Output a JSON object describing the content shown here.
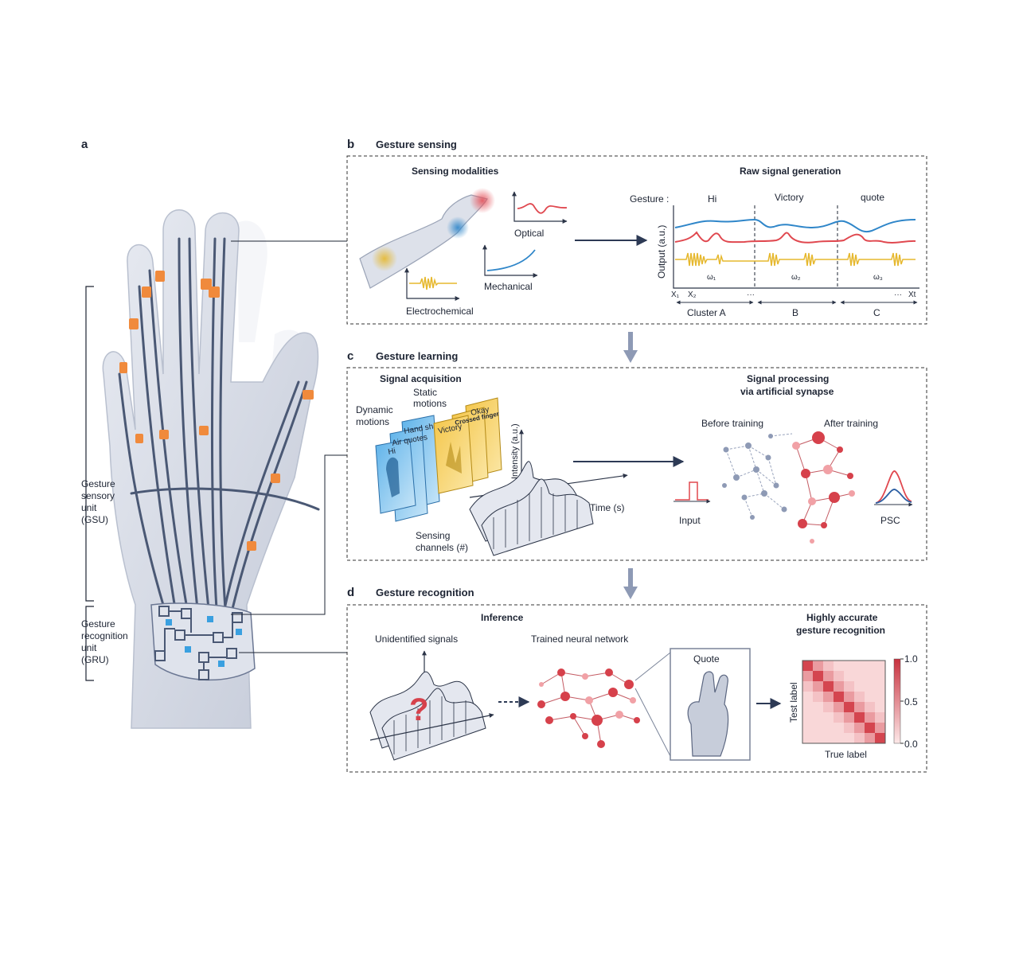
{
  "panel_a": {
    "label": "a",
    "gsu_label": [
      "Gesture",
      "sensory",
      "unit",
      "(GSU)"
    ],
    "gru_label": [
      "Gesture",
      "recognition",
      "unit",
      "(GRU)"
    ]
  },
  "panel_b": {
    "label": "b",
    "title": "Gesture sensing",
    "modalities_title": "Sensing modalities",
    "optical": "Optical",
    "mechanical": "Mechanical",
    "electrochemical": "Electrochemical",
    "raw_title": "Raw signal generation",
    "gesture_prefix": "Gesture :",
    "gestures": [
      "Hi",
      "Victory",
      "quote"
    ],
    "y_axis": "Output (a.u.)",
    "omegas": [
      "ω₁",
      "ω₂",
      "ω₃"
    ],
    "x_start": [
      "X₁",
      "X₂"
    ],
    "ellipsis": "···",
    "x_end": "Xt",
    "clusters": [
      "Cluster A",
      "B",
      "C"
    ]
  },
  "panel_c": {
    "label": "c",
    "title": "Gesture learning",
    "acq_title": "Signal acquisition",
    "dynamic": [
      "Dynamic",
      "motions"
    ],
    "static": [
      "Static",
      "motions"
    ],
    "dyn_cards": [
      "Hi",
      "Air quotes",
      "Hand shake"
    ],
    "static_cards": [
      "Victory",
      "Crossed finger",
      "Okay"
    ],
    "intensity": "Intensity (a.u.)",
    "time": "Time (s)",
    "channels": [
      "Sensing",
      "channels (#)"
    ],
    "proc_title": [
      "Signal processing",
      "via artificial synapse"
    ],
    "before": "Before training",
    "after": "After training",
    "input": "Input",
    "psc": "PSC"
  },
  "panel_d": {
    "label": "d",
    "title": "Gesture recognition",
    "inference": "Inference",
    "unidentified": "Unidentified signals",
    "trained": "Trained neural network",
    "quote": "Quote",
    "accurate_title": [
      "Highly accurate",
      "gesture recognition"
    ],
    "test_label": "Test label",
    "true_label": "True label",
    "scale_ticks": [
      "1.0",
      "0.5",
      "0.0"
    ]
  },
  "colors": {
    "optical": "#e0484f",
    "mechanical": "#2f86c9",
    "electrochemical": "#e6b82e",
    "network_red": "#d6414b",
    "network_gray": "#8e9ab5",
    "heatmap_high": "#d23c47"
  }
}
